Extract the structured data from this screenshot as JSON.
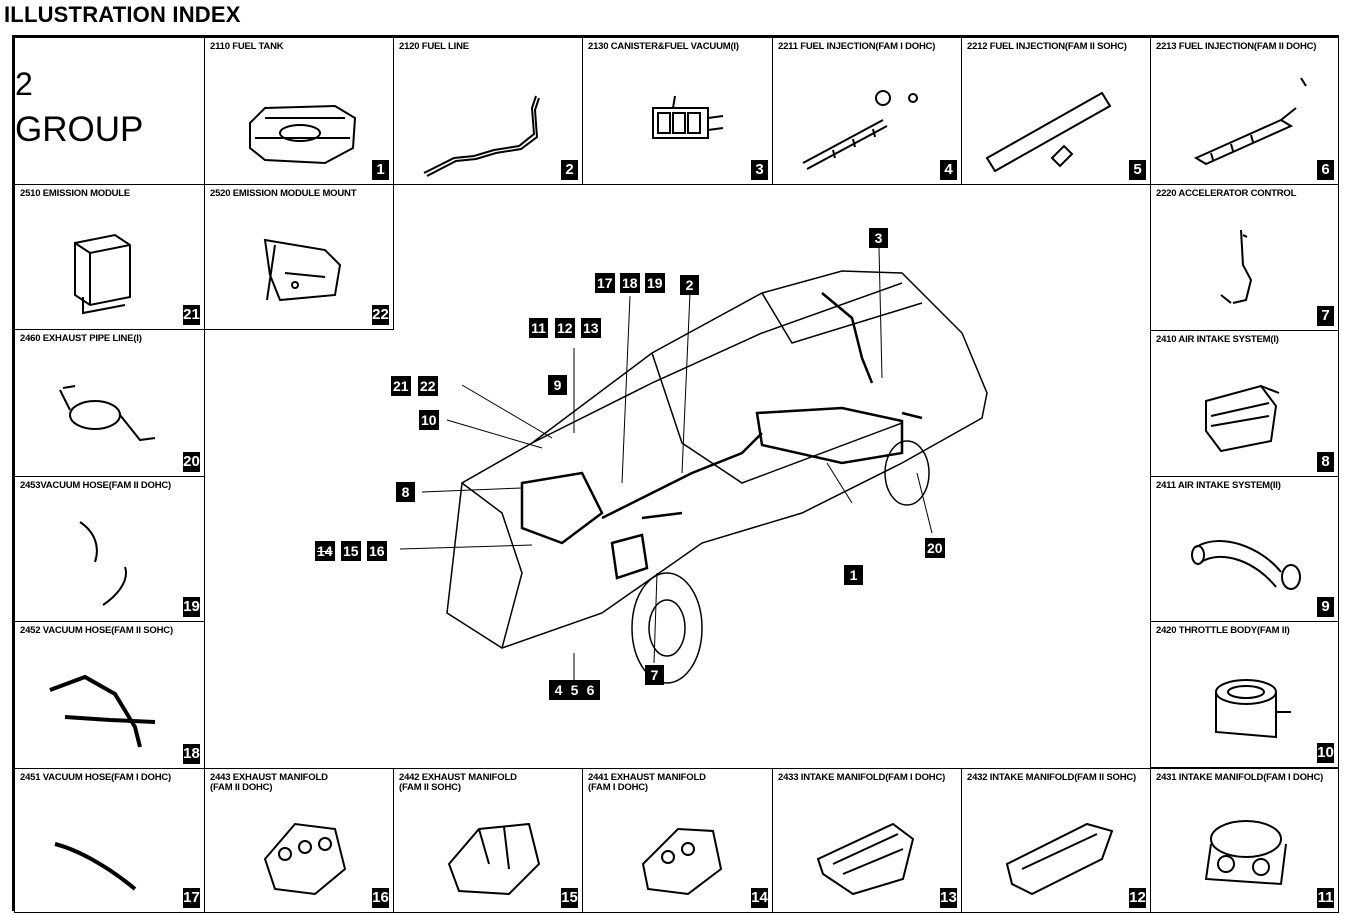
{
  "page_title": "ILLUSTRATION INDEX",
  "group": {
    "number": "2",
    "label": "GROUP"
  },
  "cells": {
    "c2110": {
      "label": "2110 FUEL TANK",
      "num": "1"
    },
    "c2120": {
      "label": "2120 FUEL LINE",
      "num": "2"
    },
    "c2130": {
      "label": "2130 CANISTER&FUEL VACUUM(I)",
      "num": "3"
    },
    "c2211": {
      "label": "2211 FUEL INJECTION(FAM I DOHC)",
      "num": "4"
    },
    "c2212": {
      "label": "2212 FUEL INJECTION(FAM II SOHC)",
      "num": "5"
    },
    "c2213": {
      "label": "2213 FUEL INJECTION(FAM II DOHC)",
      "num": "6"
    },
    "c2510": {
      "label": "2510 EMISSION MODULE",
      "num": "21"
    },
    "c2520": {
      "label": "2520 EMISSION MODULE MOUNT",
      "num": "22"
    },
    "c2220": {
      "label": "2220 ACCELERATOR CONTROL",
      "num": "7"
    },
    "c2460": {
      "label": "2460 EXHAUST PIPE LINE(I)",
      "num": "20"
    },
    "c2410": {
      "label": "2410 AIR INTAKE SYSTEM(I)",
      "num": "8"
    },
    "c2453": {
      "label": "2453VACUUM HOSE(FAM II DOHC)",
      "num": "19"
    },
    "c2411": {
      "label": "2411 AIR INTAKE SYSTEM(II)",
      "num": "9"
    },
    "c2452": {
      "label": "2452 VACUUM HOSE(FAM II SOHC)",
      "num": "18"
    },
    "c2420": {
      "label": "2420 THROTTLE BODY(FAM II)",
      "num": "10"
    },
    "c2451": {
      "label": "2451 VACUUM HOSE(FAM I DOHC)",
      "num": "17"
    },
    "c2443": {
      "label": "2443 EXHAUST MANIFOLD\n      (FAM II DOHC)",
      "num": "16"
    },
    "c2442": {
      "label": "2442 EXHAUST MANIFOLD\n       (FAM II SOHC)",
      "num": "15"
    },
    "c2441": {
      "label": "2441 EXHAUST MANIFOLD\n       (FAM I DOHC)",
      "num": "14"
    },
    "c2433": {
      "label": "2433 INTAKE MANIFOLD(FAM I DOHC)",
      "num": "13"
    },
    "c2432": {
      "label": "2432 INTAKE MANIFOLD(FAM II SOHC)",
      "num": "12"
    },
    "c2431": {
      "label": "2431 INTAKE MANIFOLD(FAM I DOHC)",
      "num": "11"
    }
  },
  "callouts": {
    "c17": "17",
    "c18": "18",
    "c19": "19",
    "c2": "2",
    "c3": "3",
    "c11": "11",
    "c12": "12",
    "c13": "13",
    "c9": "9",
    "c21": "21",
    "c22": "22",
    "c10": "10",
    "c8": "8",
    "c14": "14",
    "c15": "15",
    "c16": "16",
    "c1": "1",
    "c20": "20",
    "c4": "4",
    "c5": "5",
    "c6": "6",
    "c7": "7"
  }
}
